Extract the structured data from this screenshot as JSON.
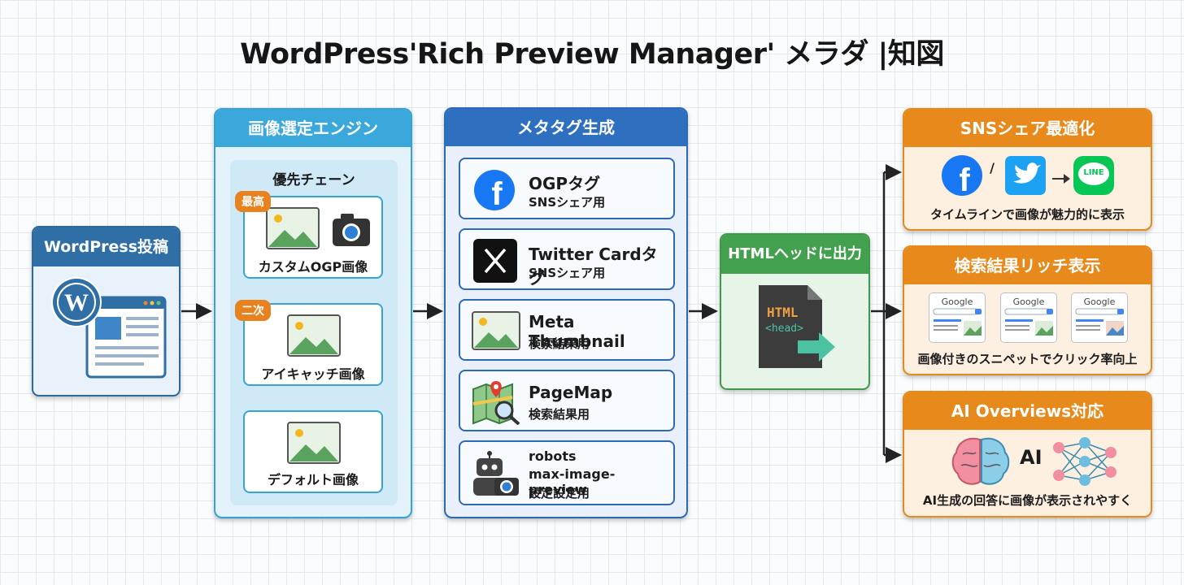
{
  "title": "WordPress'Rich Preview Manager' メラダ |知図",
  "wordpress": {
    "title": "WordPress投稿"
  },
  "engine": {
    "title": "画像選定エンジン",
    "chain_title": "優先チェーン",
    "items": [
      {
        "badge": "最高",
        "label": "カスタムOGP画像"
      },
      {
        "badge": "二次",
        "label": "アイキャッチ画像"
      },
      {
        "badge": "",
        "label": "デフォルト画像"
      }
    ]
  },
  "meta": {
    "title": "メタタグ生成",
    "items": [
      {
        "icon": "facebook-icon",
        "title": "OGPタグ",
        "sub": "SNSシェア用"
      },
      {
        "icon": "x-icon",
        "title": "Twitter Cardタグ",
        "sub": "SNSシェア用"
      },
      {
        "icon": "image-icon",
        "title": "Meta Thumbnail",
        "sub": "検索結果用"
      },
      {
        "icon": "map-search-icon",
        "title": "PageMap",
        "sub": "検索結果用"
      },
      {
        "icon": "robot-icon",
        "title": "robots",
        "sub": "max-image-preview",
        "sub2": "設定設定用"
      }
    ]
  },
  "html_output": {
    "title": "HTMLヘッドに出力",
    "code1": "HTML",
    "code2": "<head>"
  },
  "sns": {
    "title": "SNSシェア最適化",
    "slash": "/",
    "line": "LINE",
    "caption": "タイムラインで画像が魅力的に表示"
  },
  "search": {
    "title": "検索結果リッチ表示",
    "google": "Google",
    "caption": "画像付きのスニペットでクリック率向上"
  },
  "ai": {
    "title": "AI Overviews対応",
    "ai_text": "AI",
    "caption": "AI生成の回答に画像が表示されやすく"
  },
  "colors": {
    "blue_dark": "#2f6fa6",
    "cyan": "#3ba8dc",
    "blue": "#2f6fc0",
    "green": "#43a04e",
    "orange": "#e8891c"
  }
}
